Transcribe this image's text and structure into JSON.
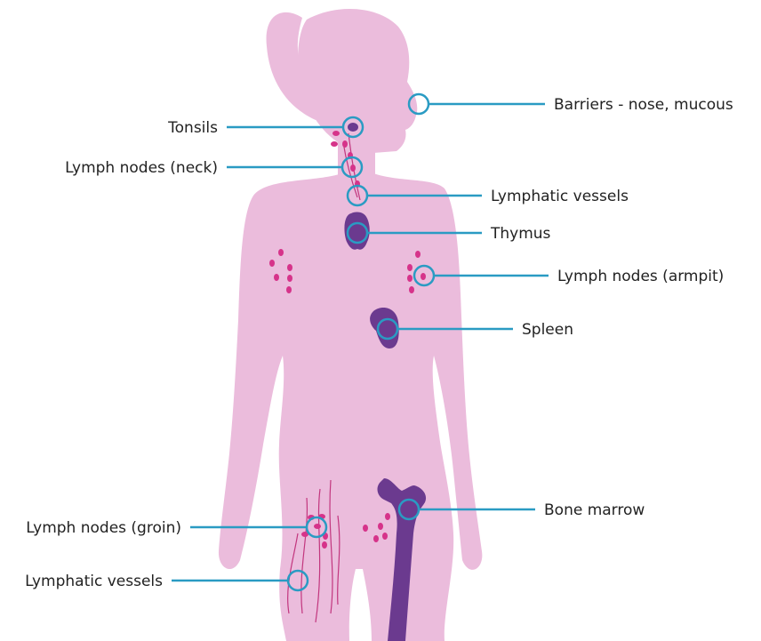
{
  "colors": {
    "body": "#ebbcdc",
    "organ": "#6b3a8f",
    "node": "#d6338a",
    "vessel": "#c2367e",
    "callout": "#2a9bc3",
    "text": "#222222"
  },
  "labels": {
    "barriers": "Barriers - nose, mucous",
    "tonsils": "Tonsils",
    "lymph_neck": "Lymph nodes (neck)",
    "lymphatic_vessels_upper": "Lymphatic vessels",
    "thymus": "Thymus",
    "lymph_armpit": "Lymph nodes (armpit)",
    "spleen": "Spleen",
    "bone_marrow": "Bone marrow",
    "lymph_groin": "Lymph nodes (groin)",
    "lymphatic_vessels_lower": "Lymphatic vessels"
  }
}
